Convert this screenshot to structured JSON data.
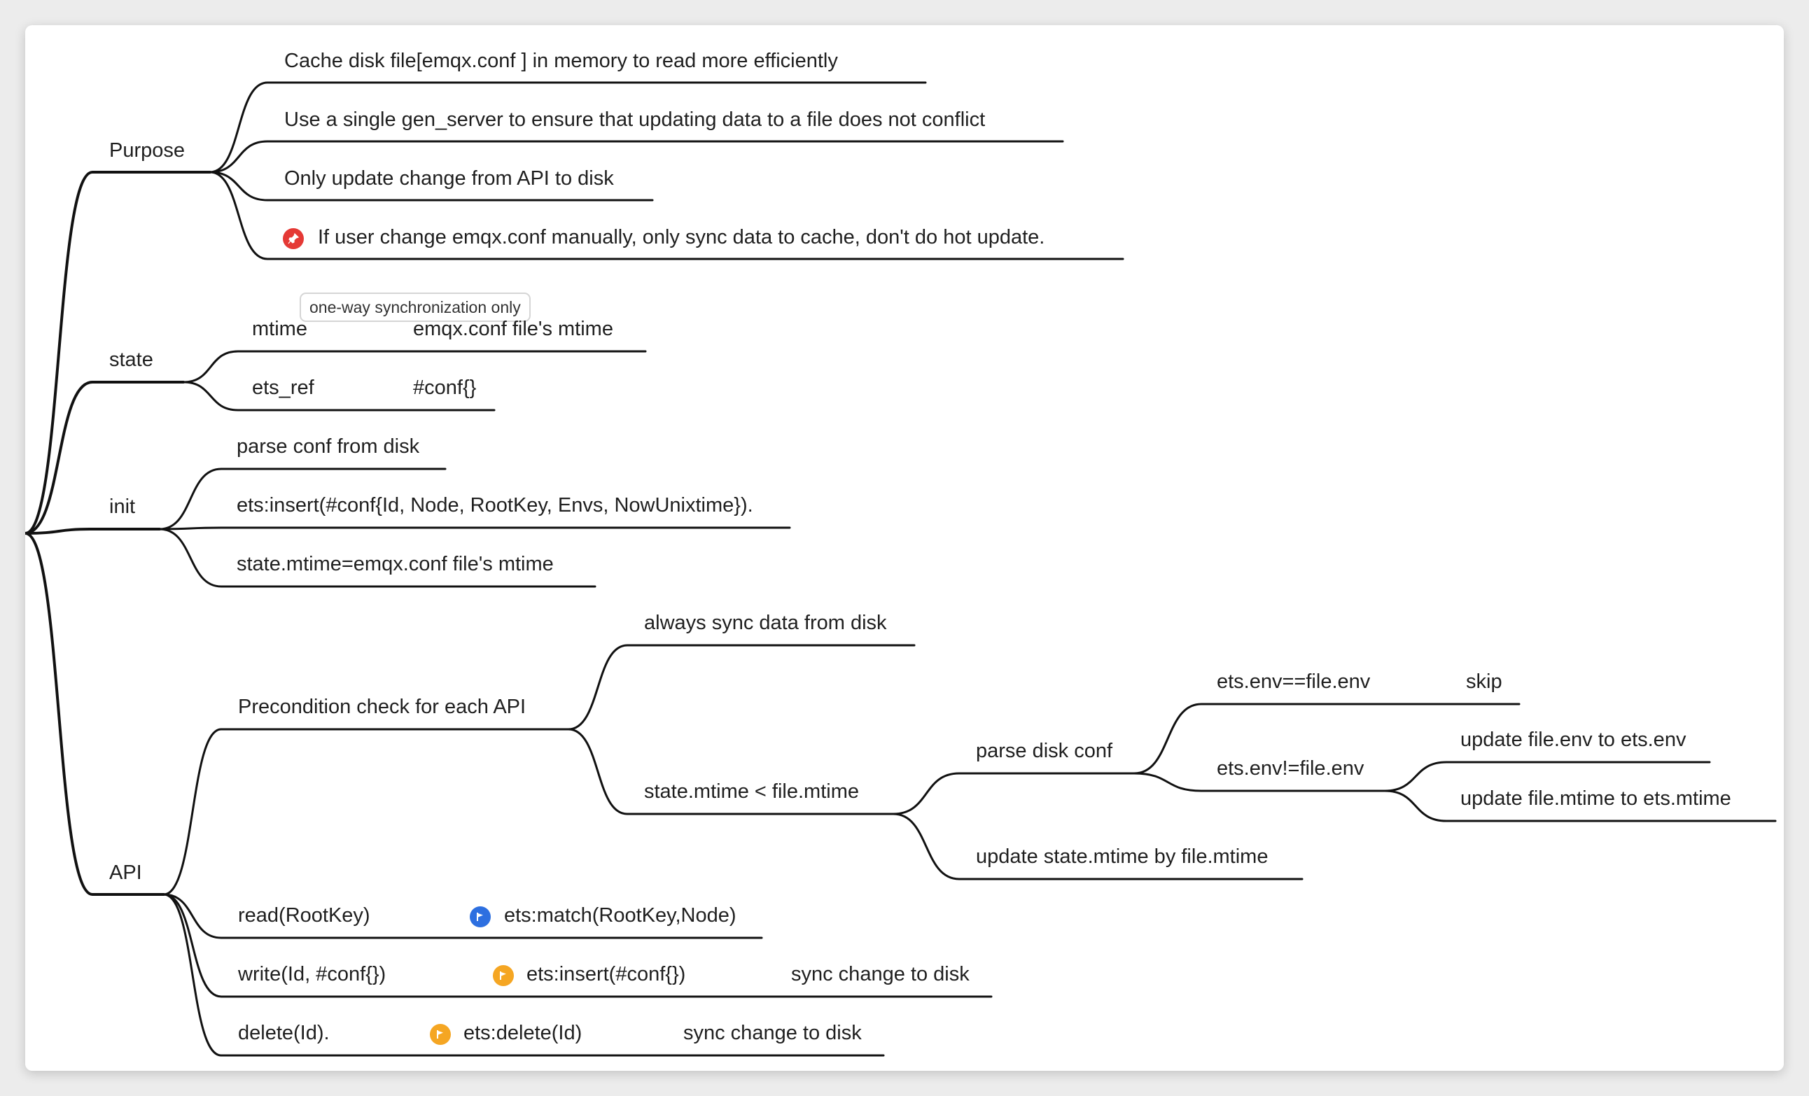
{
  "colors": {
    "line": "#111111",
    "flag_red": "#e53935",
    "flag_blue": "#2d6fe0",
    "flag_orange": "#f5a623",
    "note_border": "#d5d5d5"
  },
  "mindmap": {
    "purpose": {
      "label": "Purpose",
      "items": [
        "Cache  disk file[emqx.conf ] in memory to read more efficiently",
        "Use a single gen_server to ensure that updating data to a file does not conflict",
        "Only update change from API to disk",
        "If user change emqx.conf manually, only sync data to cache, don't do hot update."
      ],
      "note": "one-way synchronization only",
      "marker_icon": "pushpin-icon"
    },
    "state": {
      "label": "state",
      "items": [
        {
          "key": "mtime",
          "value": "emqx.conf file's mtime"
        },
        {
          "key": "ets_ref",
          "value": "#conf{}"
        }
      ]
    },
    "init": {
      "label": "init",
      "items": [
        "parse conf from disk",
        "ets:insert(#conf{Id, Node, RootKey, Envs, NowUnixtime}).",
        "state.mtime=emqx.conf file's mtime"
      ]
    },
    "api": {
      "label": "API",
      "precondition": {
        "label": "Precondition check for each API",
        "always": "always sync data from disk",
        "mtime_check": "state.mtime < file.mtime",
        "parse": "parse disk conf",
        "env_equal": "ets.env==file.env",
        "skip": "skip",
        "env_not_equal": "ets.env!=file.env",
        "update_env": "update file.env to ets.env",
        "update_mtime": "update file.mtime to ets.mtime",
        "update_state": "update state.mtime by file.mtime"
      },
      "read": {
        "label": "read(RootKey)",
        "action": "ets:match(RootKey,Node)",
        "flag_icon": "blue-flag-icon"
      },
      "write": {
        "label": "write(Id, #conf{})",
        "action": "ets:insert(#conf{})",
        "sync": "sync change to disk",
        "flag_icon": "orange-flag-icon"
      },
      "delete": {
        "label": "delete(Id).",
        "action": "ets:delete(Id)",
        "sync": "sync change to disk",
        "flag_icon": "orange-flag-icon"
      }
    }
  }
}
